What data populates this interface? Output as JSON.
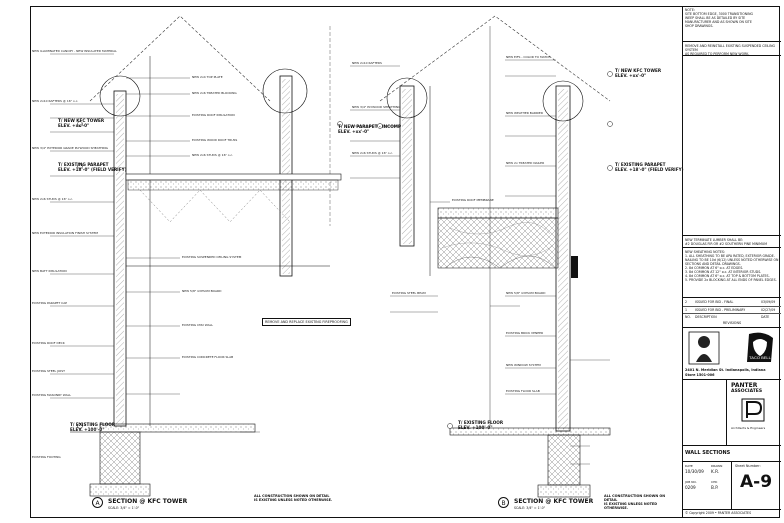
{
  "notes": {
    "top_note": "NOTE:\nSITE BOTTOM EDGE, 3000 TRANSITIONING\nWEEP SHALL BE AS DETAILED BY SITE\nMANUFACTURER AND AS SHOWN ON SITE\nSHOP DRAWINGS.",
    "remove_note": "REMOVE AND REINSTALL EXISTING SUSPENDED CEILING SYSTEM\nAS REQUIRED TO PERFORM NEW WORK.",
    "framing_note": "NEW TERMINATE LUMBER SHALL BE:\n#2 DOUGLAS FIR OR #2 SOUTHERN PINE MINIMUM",
    "sheathing_note": "NEW SHEATHING NOTES:\n1. ALL SHEATHING TO BE APA RATED, EXTERIOR GRADE.\n   NAILING TO BE 10d (6/12) UNLESS NOTED OTHERWISE ON SECTIONS AND DETAIL DRAWINGS.\n2. 8d COMMON AT 6\" o.c. AT EDGES.\n3. 8d COMMON AT 12\" o.c. AT INTERIOR STUDS.\n4. 8d COMMON AT 6\" o.c. AT TOP & BOTTOM PLATES.\n5. PROVIDE 2x BLOCKING AT ALL ENDS OF PANEL EDGES."
  },
  "revisions": {
    "header": "REVISIONS",
    "col_no": "NO.",
    "col_desc": "DESCRIPTION",
    "col_date": "DATE",
    "rows": [
      {
        "no": "2",
        "desc": "ISSUED FOR BID - FINAL",
        "date": "03/09/09"
      },
      {
        "no": "1",
        "desc": "ISSUED FOR BID - PRELIMINARY",
        "date": "02/27/09"
      }
    ]
  },
  "project": {
    "address": "2401 N. Meridian St. Indianapolis, Indiana",
    "store": "Store 1501-006"
  },
  "firm": {
    "name": "PANTER",
    "name2": "ASSOCIATES",
    "sub": "Architects & Engineers"
  },
  "sheet": {
    "title": "WALL SECTIONS",
    "date_label": "DATE",
    "date": "10/30/09",
    "drawn_label": "DRAWN",
    "drawn": "K.R.",
    "job_label": "JOB NO.",
    "job": "0209",
    "checked_label": "CHK",
    "checked": "B.P.",
    "number_label": "Sheet Number:",
    "number": "A-9",
    "copyright": "© Copyright 2009 • PANTER ASSOCIATES"
  },
  "sections": {
    "a_bubble": "A",
    "a_title": "SECTION @ KFC TOWER",
    "a_scale": "SCALE: 3/4\" = 1'-0\"",
    "b_bubble": "B",
    "b_title": "SECTION @ KFC TOWER",
    "b_scale": "SCALE: 3/4\" = 1'-0\"",
    "bottom_note": "ALL CONSTRUCTION SHOWN ON DETAIL\nIS EXISTING UNLESS NOTED OTHERWISE."
  },
  "elevations": [
    {
      "text": "T/ NEW KFC TOWER\nELEV. +xx'-0\""
    },
    {
      "text": "T/ EXISTING PARAPET\nELEV. +18'-0\" (FIELD VERIFY)"
    },
    {
      "text": "T/ EXISTING FLOOR\nELEV. +100'-0\""
    },
    {
      "text": "T/ NEW PARAPET - INCOMP\nELEV. +xx'-0\""
    },
    {
      "text": "T/ NEW KFC TOWER\nELEV. +xx'-0\""
    },
    {
      "text": "T/ EXISTING PARAPET\nELEV. +18'-0\" (FIELD VERIFY)"
    },
    {
      "text": "T/ EXISTING FLOOR\nELEV. +100'-0\""
    }
  ],
  "labels_left": [
    "NEW ILLUMINATED CANOPY - NEW INSULATED MATERIAL",
    "NEW 2x10 RAFTERS @ 16\" o.c.",
    "NEW 3/4\" EXTERIOR GRADE PLYWOOD SHEATHING",
    "NEW 2x6 STUDS @ 16\" o.c.",
    "NEW EXTERIOR INSULATION FINISH SYSTEM",
    "NEW BATT INSULATION",
    "EXISTING PARAPET CAP",
    "EXISTING ROOF DECK",
    "EXISTING STEEL JOIST",
    "EXISTING MASONRY WALL",
    "NEW 5/8\" GYPSUM BOARD",
    "EXISTING CONCRETE FLOOR SLAB",
    "EXISTING FOOTING"
  ],
  "labels_mid": [
    "NEW 2x4 TOP PLATE",
    "NEW 2x6 TREATED BLOCKING",
    "EXISTING ROOF INSULATION",
    "EXISTING WOOD ROOF TRUSS",
    "NEW 2x6 STUDS @ 16\" o.c.",
    "EXISTING SUSPENDED CEILING SYSTEM",
    "REMOVE AND REPLACE EXISTING FIREPROOFING",
    "EXISTING CMU WALL"
  ],
  "labels_right": [
    "NEW 2x10 RAFTERS",
    "NEW 3/4\" PLYWOOD SHEATHING",
    "NEW 2x6 STUDS @ 16\" o.c.",
    "NEW EIFS - COLOR TO MATCH",
    "NEW WEATHER BARRIER",
    "EXISTING ROOF MEMBRANE",
    "NEW 2x TREATED NAILER",
    "EXISTING STEEL BEAM",
    "NEW 5/8\" GYPSUM BOARD",
    "EXISTING BRICK VENEER",
    "NEW WINDOW SYSTEM",
    "EXISTING FLOOR SLAB"
  ],
  "colors": {
    "line": "#111111",
    "fill": "#f2f2f2",
    "hatch": "#555555"
  }
}
